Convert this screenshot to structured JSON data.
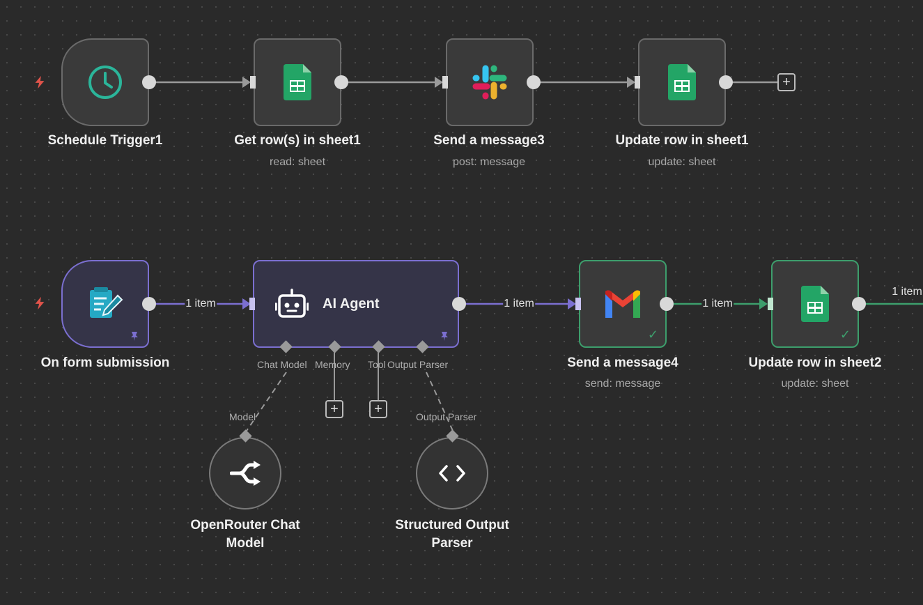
{
  "workflow1": {
    "schedule_trigger": {
      "name": "Schedule Trigger1"
    },
    "get_rows": {
      "name": "Get row(s) in sheet1",
      "sub": "read: sheet"
    },
    "send_message3": {
      "name": "Send a message3",
      "sub": "post: message"
    },
    "update_row1": {
      "name": "Update row in sheet1",
      "sub": "update: sheet"
    }
  },
  "workflow2": {
    "form_trigger": {
      "name": "On form submission"
    },
    "ai_agent": {
      "name": "AI Agent",
      "ports": {
        "chat_model": "Chat Model",
        "memory": "Memory",
        "tool": "Tool",
        "output_parser": "Output Parser"
      }
    },
    "send_message4": {
      "name": "Send a message4",
      "sub": "send: message"
    },
    "update_row2": {
      "name": "Update row in sheet2",
      "sub": "update: sheet"
    },
    "openrouter": {
      "name_line1": "OpenRouter Chat",
      "name_line2": "Model",
      "port_label": "Model"
    },
    "structured_parser": {
      "name_line1": "Structured Output",
      "name_line2": "Parser",
      "port_label": "Output Parser"
    },
    "wire_labels": {
      "form_to_agent": "1 item",
      "agent_to_gmail": "1 item",
      "gmail_to_sheet": "1 item",
      "sheet_out": "1 item"
    }
  },
  "colors": {
    "canvas": "#2a2a2a",
    "node_border": "#6a6a6a",
    "executed_green": "#3d9e6c",
    "active_purple": "#7b6fd0",
    "sheets_green": "#23a566",
    "trigger_bolt": "#e0534a"
  },
  "icons": {
    "schedule_trigger": "clock-icon",
    "get_rows": "google-sheets-icon",
    "send_message3": "slack-icon",
    "update_row1": "google-sheets-icon",
    "form_trigger": "form-icon",
    "ai_agent": "robot-icon",
    "send_message4": "gmail-icon",
    "update_row2": "google-sheets-icon",
    "openrouter": "openrouter-icon",
    "structured_parser": "code-brackets-icon"
  }
}
